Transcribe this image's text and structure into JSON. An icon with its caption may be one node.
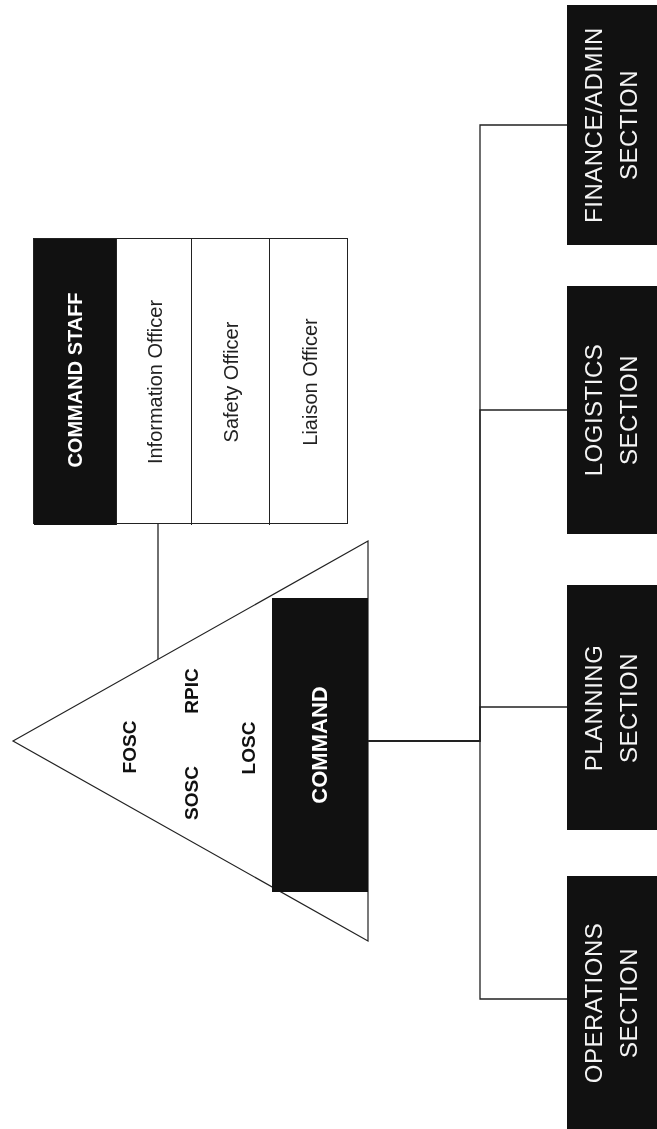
{
  "diagram": {
    "nodes": [
      {
        "text": [
          "FOSC",
          "RPIC",
          "SOSC",
          "LOSC"
        ]
      },
      {
        "text": [
          "COMMAND"
        ],
        "in": 0
      },
      {
        "text": [],
        "shape": "box"
      },
      {
        "text": [
          "COMMAND STAFF"
        ],
        "in": 2
      },
      {
        "text": [
          "Information Officer"
        ],
        "in": 2
      },
      {
        "text": [
          "Safety Officer"
        ],
        "in": 2
      },
      {
        "text": [
          "Liaison Officer"
        ],
        "in": 2
      },
      {
        "text": [
          "OPERATIONS SECTION"
        ]
      },
      {
        "text": [
          "PLANNING SECTION"
        ]
      },
      {
        "text": [
          "LOGISTICS SECTION"
        ]
      },
      {
        "text": [
          "FINANCE/ADMIN SECTION"
        ]
      }
    ],
    "edges": [
      {
        "from": 2,
        "to": 0,
        "arrow": "none"
      },
      {
        "from": 1,
        "to": 7,
        "arrow": "none"
      },
      {
        "from": 1,
        "to": 8,
        "arrow": "none"
      },
      {
        "from": 1,
        "to": 9,
        "arrow": "none"
      },
      {
        "from": 1,
        "to": 10,
        "arrow": "none"
      }
    ]
  }
}
